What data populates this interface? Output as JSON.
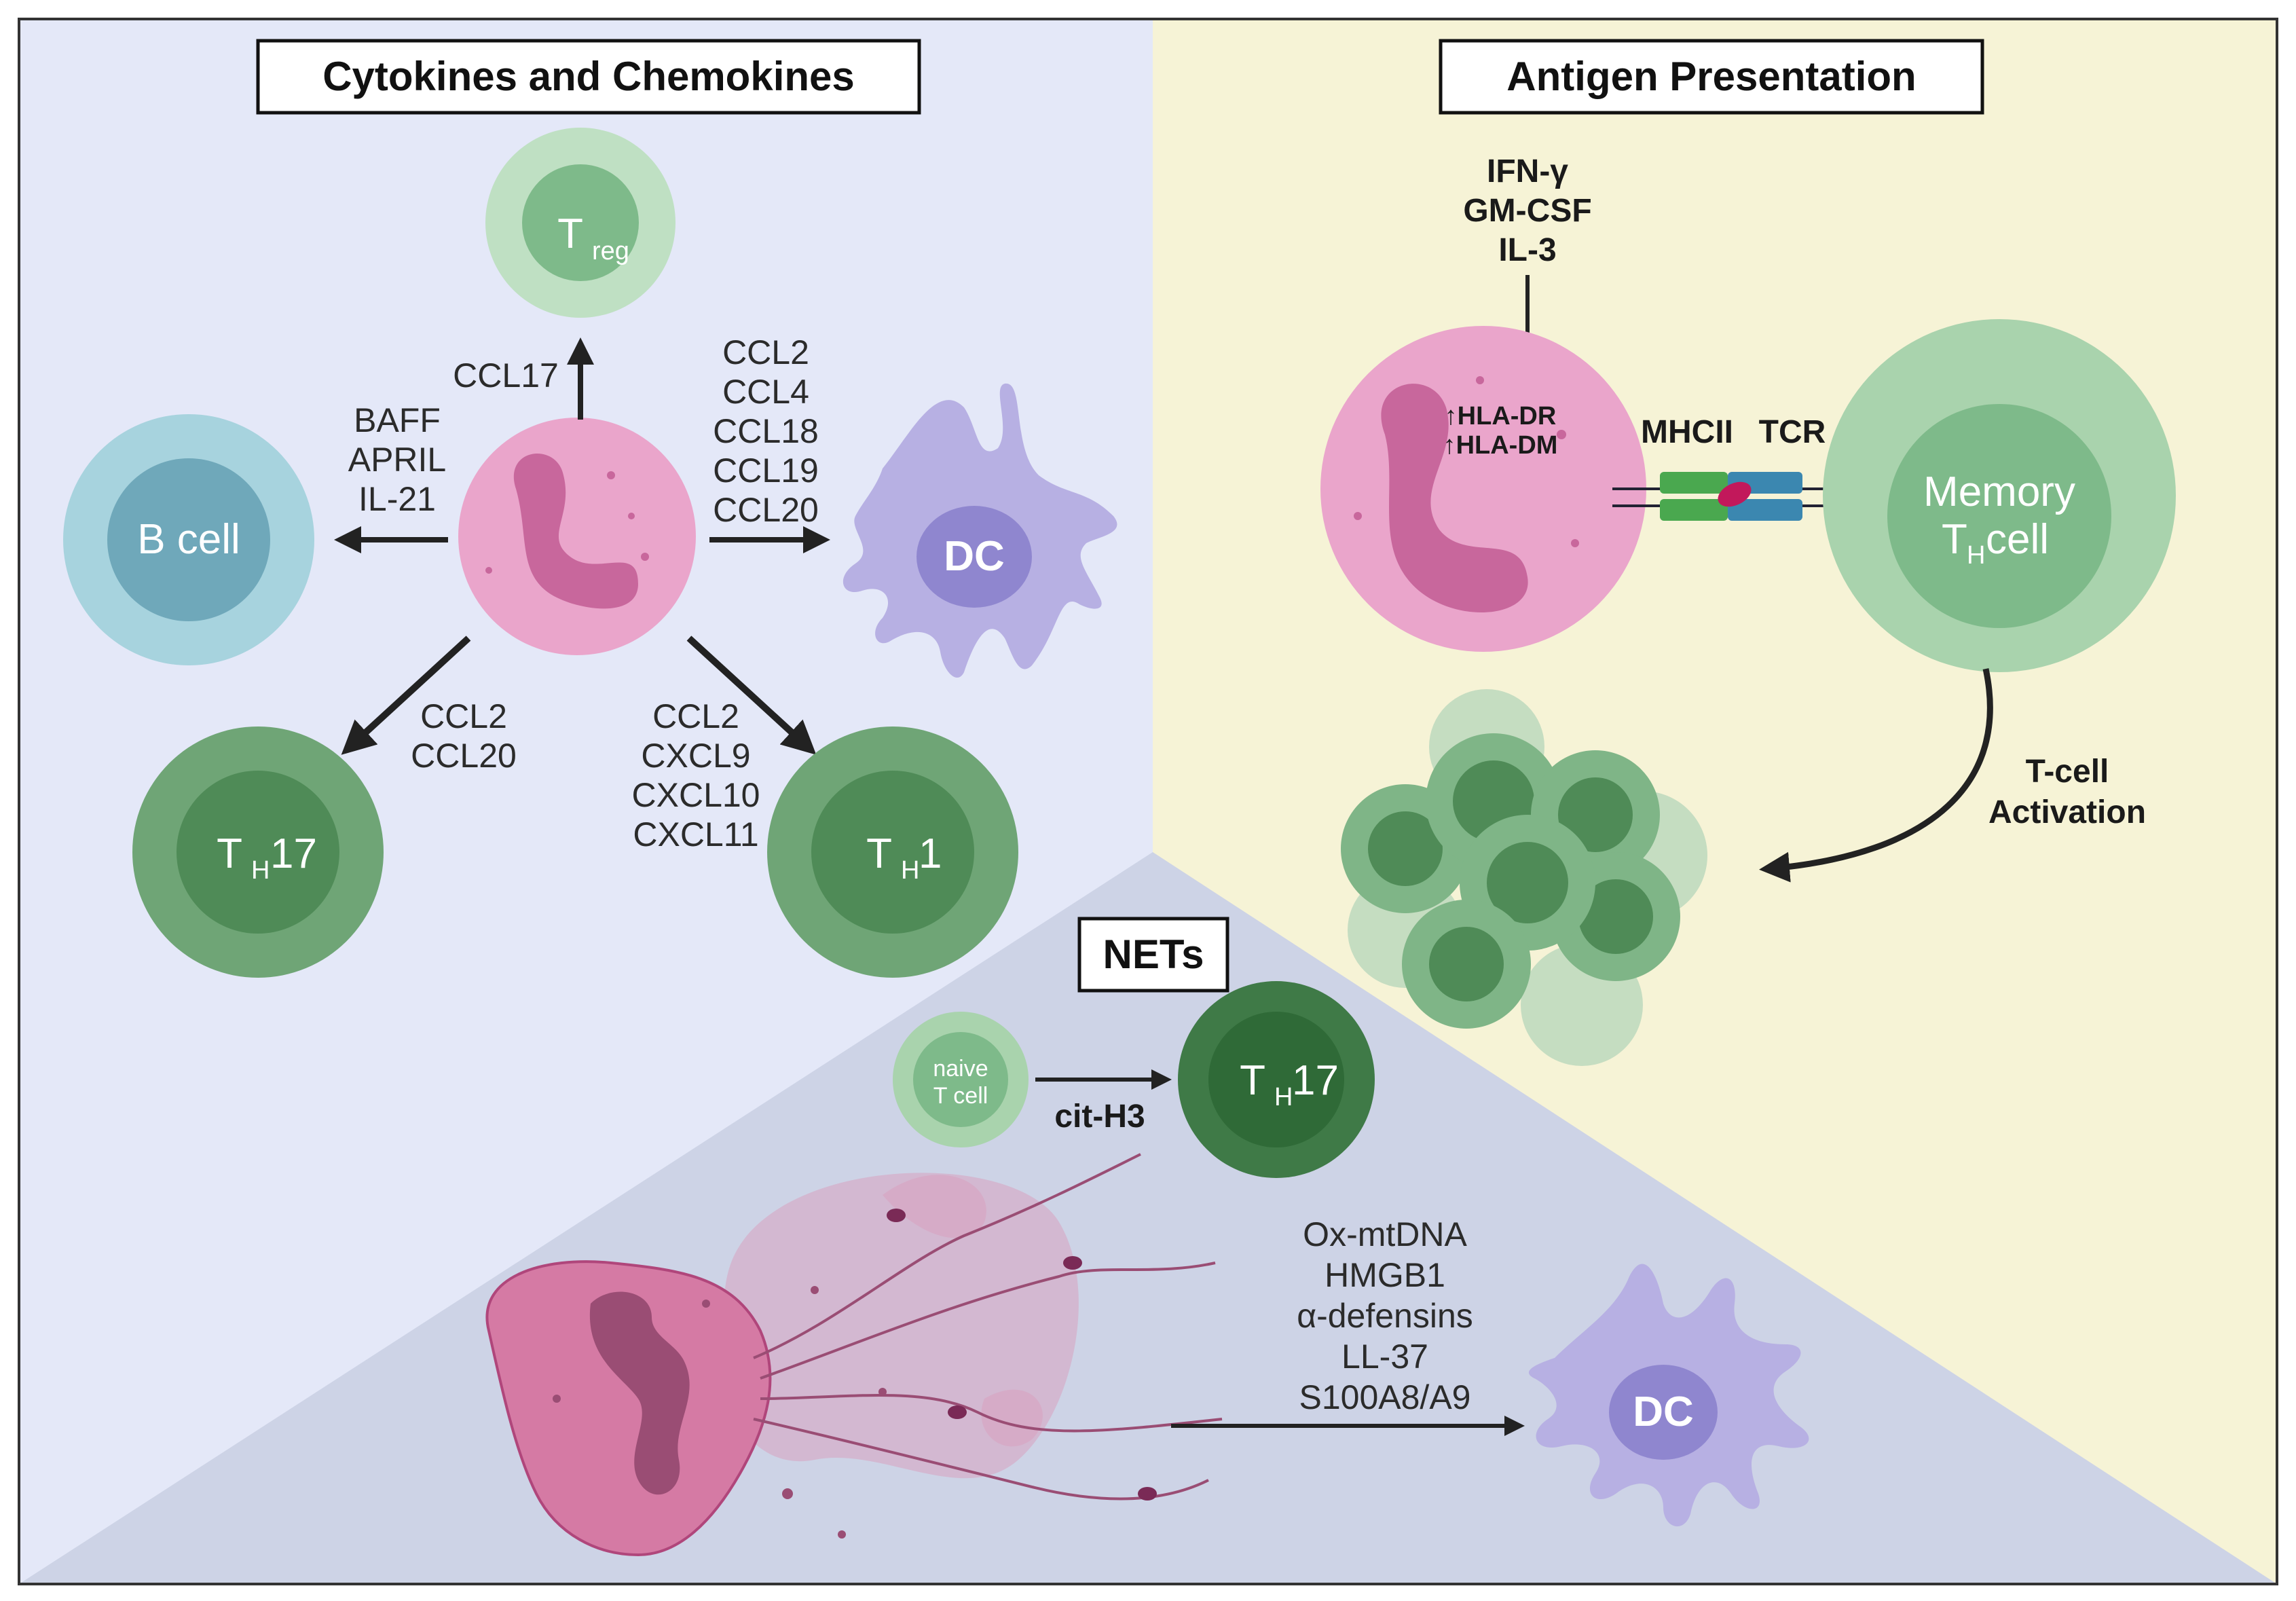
{
  "panels": {
    "cytokines": {
      "title": "Cytokines and Chemokines",
      "treg": {
        "main": "T",
        "sub": "reg"
      },
      "to_treg": "CCL17",
      "to_bcell": [
        "BAFF",
        "APRIL",
        "IL-21"
      ],
      "bcell": "B cell",
      "to_dc": [
        "CCL2",
        "CCL4",
        "CCL18",
        "CCL19",
        "CCL20"
      ],
      "dc": "DC",
      "to_th17": [
        "CCL2",
        "CCL20"
      ],
      "th17": {
        "main": "T",
        "sub": "H",
        "tail": "17"
      },
      "to_th1": [
        "CCL2",
        "CXCL9",
        "CXCL10",
        "CXCL11"
      ],
      "th1": {
        "main": "T",
        "sub": "H",
        "tail": "1"
      }
    },
    "antigen": {
      "title": "Antigen Presentation",
      "signals": [
        "IFN-γ",
        "GM-CSF",
        "IL-3"
      ],
      "hla": [
        "↑HLA-DR",
        "↑HLA-DM"
      ],
      "mhcii": "MHCII",
      "tcr": "TCR",
      "memory": {
        "line1": "Memory",
        "main": "T",
        "sub": "H",
        "tail": " cell"
      },
      "activation": [
        "T-cell",
        "Activation"
      ]
    },
    "nets": {
      "title": "NETs",
      "naive": [
        "naive",
        "T cell"
      ],
      "cit_h3": "cit-H3",
      "th17": {
        "main": "T",
        "sub": "H",
        "tail": "17"
      },
      "mediators": [
        "Ox-mtDNA",
        "HMGB1",
        "α-defensins",
        "LL-37",
        "S100A8/A9"
      ],
      "dc": "DC"
    }
  },
  "colors": {
    "left_panel_bg": "#e4e8f8",
    "right_panel_bg": "#f6f3d6",
    "nets_panel_bg": "#cdd3e6",
    "neutrophil": "#eaa5cb",
    "neutrophil_nucleus": "#c8679c",
    "treg": "#bfe0c3",
    "bcell": "#a7d3de",
    "dc": "#b7b0e3",
    "th_cell": "#6fa576",
    "th_cell_inner": "#4f8b57"
  }
}
